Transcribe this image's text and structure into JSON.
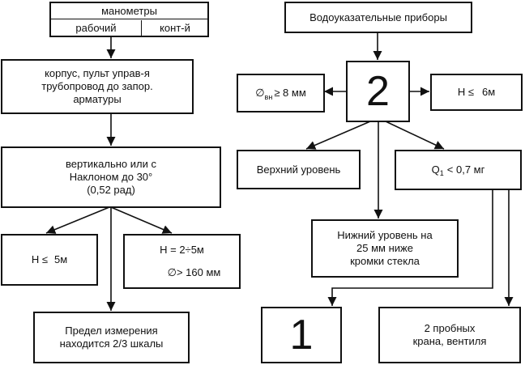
{
  "manometers": {
    "title": "манометры",
    "working": "рабочий",
    "control": "конт-й"
  },
  "housing": {
    "line1": "корпус, пульт управ-я",
    "line2": "трубопровод до запор.",
    "line3": "арматуры"
  },
  "vertical": {
    "line1": "вертикально или с",
    "line2": "Наклоном до 30°",
    "line3": "(0,52 рад)"
  },
  "height_5m": {
    "prefix": "H ≤",
    "value": "5м"
  },
  "height_range": {
    "line1": "H = 2÷5м",
    "line2": "∅> 160 мм"
  },
  "measurement_limit": {
    "line1": "Предел измерения",
    "line2": "находится 2/3 шкалы"
  },
  "water_gauges": {
    "title": "Водоуказательные приборы"
  },
  "count_center": {
    "value": "2"
  },
  "diameter": {
    "symbol": "∅",
    "subscript": "вн",
    "text": "≥ 8 мм"
  },
  "height_6m": {
    "prefix": "H ≤",
    "value": "6м"
  },
  "upper_level": {
    "text": "Верхний уровень"
  },
  "flow": {
    "symbol": "Q",
    "subscript": "1",
    "text": "<  0,7 мг"
  },
  "lower_level": {
    "line1": "Нижний уровень на",
    "line2": "25 мм ниже",
    "line3": "кромки стекла"
  },
  "count_one": {
    "value": "1"
  },
  "test_valves": {
    "line1": "2 пробных",
    "line2": "крана, вентиля"
  }
}
